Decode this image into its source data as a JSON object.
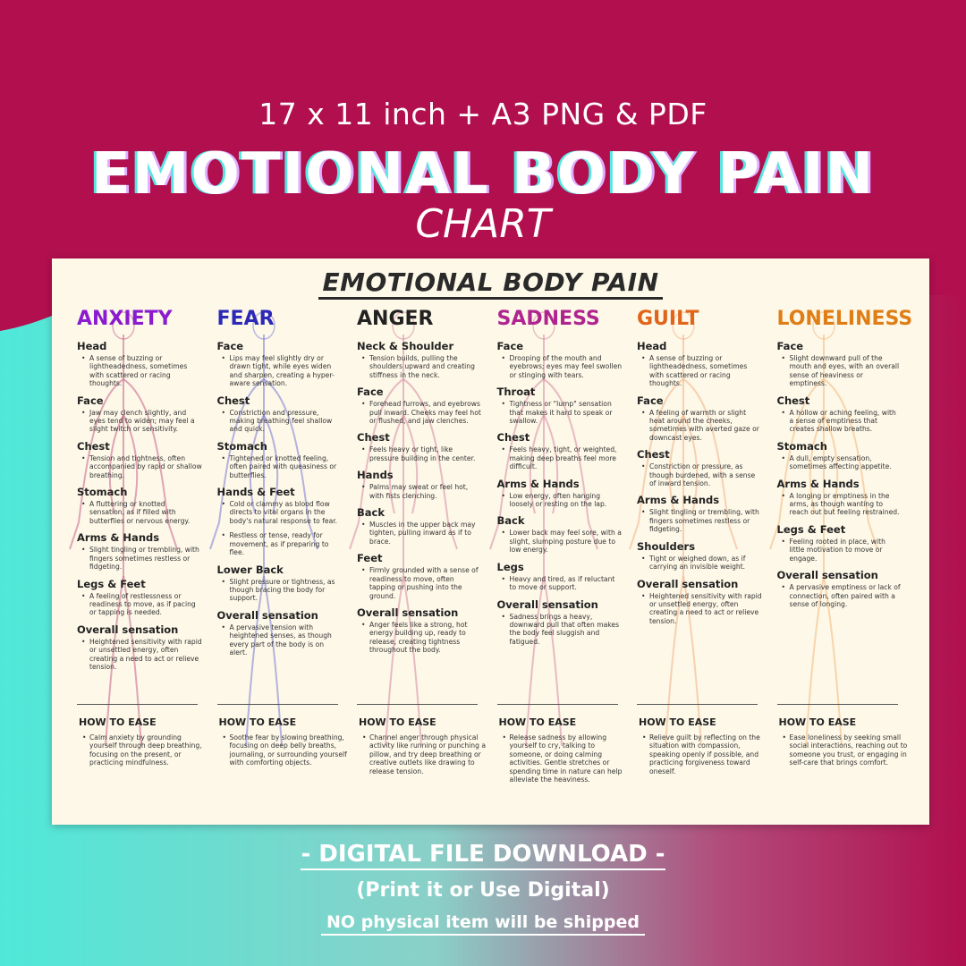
{
  "colors": {
    "background_top": "#b10f4e",
    "background_wave": "#4fe8d8",
    "sheet": "#fdf8e8",
    "anxiety": "#8a1ccf",
    "fear": "#2c28b8",
    "anger": "#222222",
    "sadness": "#b0248f",
    "guilt": "#e0651a",
    "loneliness": "#e07e16"
  },
  "header": {
    "size_line": "17 x 11 inch  + A3 PNG & PDF",
    "title": "EMOTIONAL BODY PAIN",
    "subtitle": "CHART"
  },
  "sheet": {
    "title": "EMOTIONAL BODY PAIN",
    "ease_label": "HOW TO EASE",
    "columns": [
      {
        "name": "ANXIETY",
        "sections": [
          {
            "label": "Head",
            "text": "A sense of buzzing or lightheadedness, sometimes with scattered or racing thoughts."
          },
          {
            "label": "Face",
            "text": "Jaw may clench slightly, and eyes tend to widen; may feel a slight twitch or sensitivity."
          },
          {
            "label": "Chest",
            "text": "Tension and tightness, often accompanied by rapid or shallow breathing."
          },
          {
            "label": "Stomach",
            "text": "A fluttering or knotted sensation, as if filled with butterflies or nervous energy."
          },
          {
            "label": "Arms & Hands",
            "text": "Slight tingling or trembling, with fingers sometimes restless or fidgeting."
          },
          {
            "label": "Legs & Feet",
            "text": "A feeling of restlessness or readiness to move, as if pacing or tapping is needed."
          },
          {
            "label": "Overall sensation",
            "text": "Heightened sensitivity with rapid or unsettled energy, often creating a need to act or relieve tension."
          }
        ],
        "ease": "Calm anxiety by grounding yourself through deep breathing, focusing on the present, or practicing mindfulness."
      },
      {
        "name": "FEAR",
        "sections": [
          {
            "label": "Face",
            "text": "Lips may feel slightly dry or drawn tight, while eyes widen and sharpen, creating a hyper-aware sensation."
          },
          {
            "label": "Chest",
            "text": "Constriction and pressure, making breathing feel shallow and quick."
          },
          {
            "label": "Stomach",
            "text": "Tightened or knotted feeling, often paired with queasiness or butterflies."
          },
          {
            "label": "Hands & Feet",
            "text": "Cold or clammy as blood flow directs to vital organs in the body's natural response to fear."
          },
          {
            "label": "",
            "text": "Restless or tense, ready for movement, as if preparing to flee."
          },
          {
            "label": "Lower Back",
            "text": "Slight pressure or tightness, as though bracing the body for support."
          },
          {
            "label": "Overall sensation",
            "text": "A pervasive tension with heightened senses, as though every part of the body is on alert."
          }
        ],
        "ease": "Soothe fear by slowing breathing, focusing on deep belly breaths, journaling, or surrounding yourself with comforting objects."
      },
      {
        "name": "ANGER",
        "sections": [
          {
            "label": "Neck & Shoulder",
            "text": "Tension builds, pulling the shoulders upward and creating stiffness in the neck."
          },
          {
            "label": "Face",
            "text": "Forehead furrows, and eyebrows pull inward. Cheeks may feel hot or flushed, and jaw clenches."
          },
          {
            "label": "Chest",
            "text": "Feels heavy or tight, like pressure building in the center."
          },
          {
            "label": "Hands",
            "text": "Palms may sweat or feel hot, with fists clenching."
          },
          {
            "label": "Back",
            "text": "Muscles in the upper back may tighten, pulling inward as if to brace."
          },
          {
            "label": "Feet",
            "text": "Firmly grounded with a sense of readiness to move, often tapping or pushing into the ground."
          },
          {
            "label": "Overall sensation",
            "text": "Anger feels like a strong, hot energy building up, ready to release, creating tightness throughout the body."
          }
        ],
        "ease": "Channel anger through physical activity like running or punching a pillow, and try deep breathing or creative outlets like drawing to release tension."
      },
      {
        "name": "SADNESS",
        "sections": [
          {
            "label": "Face",
            "text": "Drooping of the mouth and eyebrows; eyes may feel swollen or stinging with tears."
          },
          {
            "label": "Throat",
            "text": "Tightness or \"lump\" sensation that makes it hard to speak or swallow."
          },
          {
            "label": "Chest",
            "text": "Feels heavy, tight, or weighted, making deep breaths feel more difficult."
          },
          {
            "label": "Arms & Hands",
            "text": "Low energy, often hanging loosely or resting on the lap."
          },
          {
            "label": "Back",
            "text": "Lower back may feel sore, with a slight, slumping posture due to low energy."
          },
          {
            "label": "Legs",
            "text": "Heavy and tired, as if reluctant to move or support."
          },
          {
            "label": "Overall sensation",
            "text": "Sadness brings a heavy, downward pull that often makes the body feel sluggish and fatigued."
          }
        ],
        "ease": "Release sadness by allowing yourself to cry, talking to someone, or doing calming activities. Gentle stretches or spending time in nature can help alleviate the heaviness."
      },
      {
        "name": "GUILT",
        "sections": [
          {
            "label": "Head",
            "text": "A sense of buzzing or lightheadedness, sometimes with scattered or racing thoughts."
          },
          {
            "label": "Face",
            "text": "A feeling of warmth or slight heat around the cheeks, sometimes with averted gaze or downcast eyes."
          },
          {
            "label": "Chest",
            "text": "Constriction or pressure, as though burdened, with a sense of inward tension."
          },
          {
            "label": "Arms & Hands",
            "text": "Slight tingling or trembling, with fingers sometimes restless or fidgeting."
          },
          {
            "label": "Shoulders",
            "text": "Tight or weighed down, as if carrying an invisible weight."
          },
          {
            "label": "Overall sensation",
            "text": "Heightened sensitivity with rapid or unsettled energy, often creating a need to act or relieve tension."
          }
        ],
        "ease": "Relieve guilt by reflecting on the situation with compassion, speaking openly if possible, and practicing forgiveness toward oneself."
      },
      {
        "name": "LONELINESS",
        "sections": [
          {
            "label": "Face",
            "text": "Slight downward pull of the mouth and eyes, with an overall sense of heaviness or emptiness."
          },
          {
            "label": "Chest",
            "text": "A hollow or aching feeling, with a sense of emptiness that creates shallow breaths."
          },
          {
            "label": "Stomach",
            "text": "A dull, empty sensation, sometimes affecting appetite."
          },
          {
            "label": "Arms & Hands",
            "text": "A longing or emptiness in the arms, as though wanting to reach out but feeling restrained."
          },
          {
            "label": "Legs & Feet",
            "text": "Feeling rooted in place, with little motivation to move or engage."
          },
          {
            "label": "Overall sensation",
            "text": "A pervasive emptiness or lack of connection, often paired with a sense of longing."
          }
        ],
        "ease": "Ease loneliness by seeking small social interactions, reaching out to someone you trust, or engaging in self-care that brings comfort."
      }
    ]
  },
  "footer": {
    "download": "- DIGITAL FILE DOWNLOAD -",
    "print": "(Print it or Use Digital)",
    "notice": "NO physical item will be shipped"
  }
}
